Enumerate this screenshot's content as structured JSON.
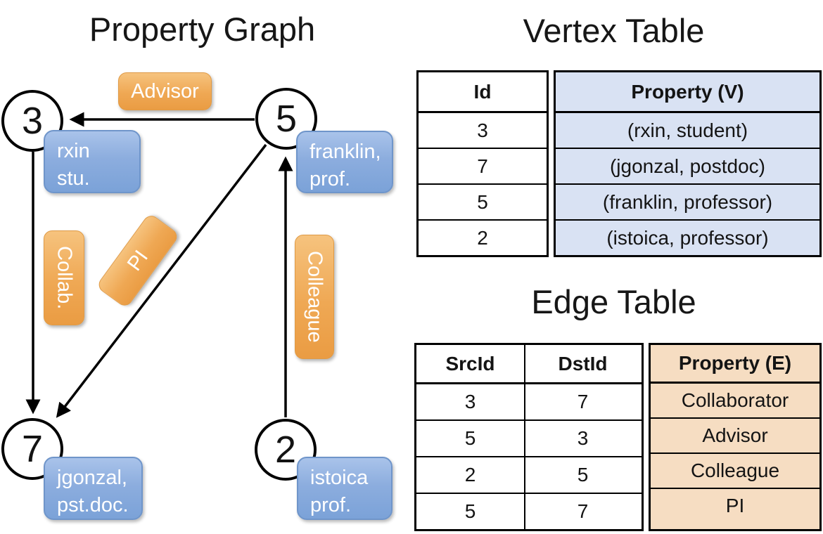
{
  "graph": {
    "title": "Property Graph",
    "nodes": [
      {
        "id": "3"
      },
      {
        "id": "5"
      },
      {
        "id": "7"
      },
      {
        "id": "2"
      }
    ],
    "node_properties": [
      {
        "node": "3",
        "text": "rxin\nstu."
      },
      {
        "node": "5",
        "text": "franklin,\nprof."
      },
      {
        "node": "7",
        "text": "jgonzal,\npst.doc."
      },
      {
        "node": "2",
        "text": "istoica\nprof."
      }
    ],
    "edges": [
      {
        "from": "5",
        "to": "3",
        "label": "Advisor"
      },
      {
        "from": "3",
        "to": "7",
        "label": "Collab."
      },
      {
        "from": "5",
        "to": "7",
        "label": "PI"
      },
      {
        "from": "2",
        "to": "5",
        "label": "Colleague"
      }
    ]
  },
  "vertex_table": {
    "title": "Vertex Table",
    "headers": {
      "id": "Id",
      "property": "Property (V)"
    },
    "rows": [
      {
        "id": "3",
        "property": "(rxin, student)"
      },
      {
        "id": "7",
        "property": "(jgonzal, postdoc)"
      },
      {
        "id": "5",
        "property": "(franklin, professor)"
      },
      {
        "id": "2",
        "property": "(istoica, professor)"
      }
    ]
  },
  "edge_table": {
    "title": "Edge Table",
    "headers": {
      "src": "SrcId",
      "dst": "DstId",
      "property": "Property (E)"
    },
    "rows": [
      {
        "src": "3",
        "dst": "7",
        "property": "Collaborator"
      },
      {
        "src": "5",
        "dst": "3",
        "property": "Advisor"
      },
      {
        "src": "2",
        "dst": "5",
        "property": "Colleague"
      },
      {
        "src": "5",
        "dst": "7",
        "property": "PI"
      }
    ]
  },
  "colors": {
    "vertex_fill": "#d9e2f3",
    "edge_fill": "#f6ddc2",
    "blue_box": "#7ba2d8",
    "orange_box": "#efa854",
    "line": "#000000"
  }
}
